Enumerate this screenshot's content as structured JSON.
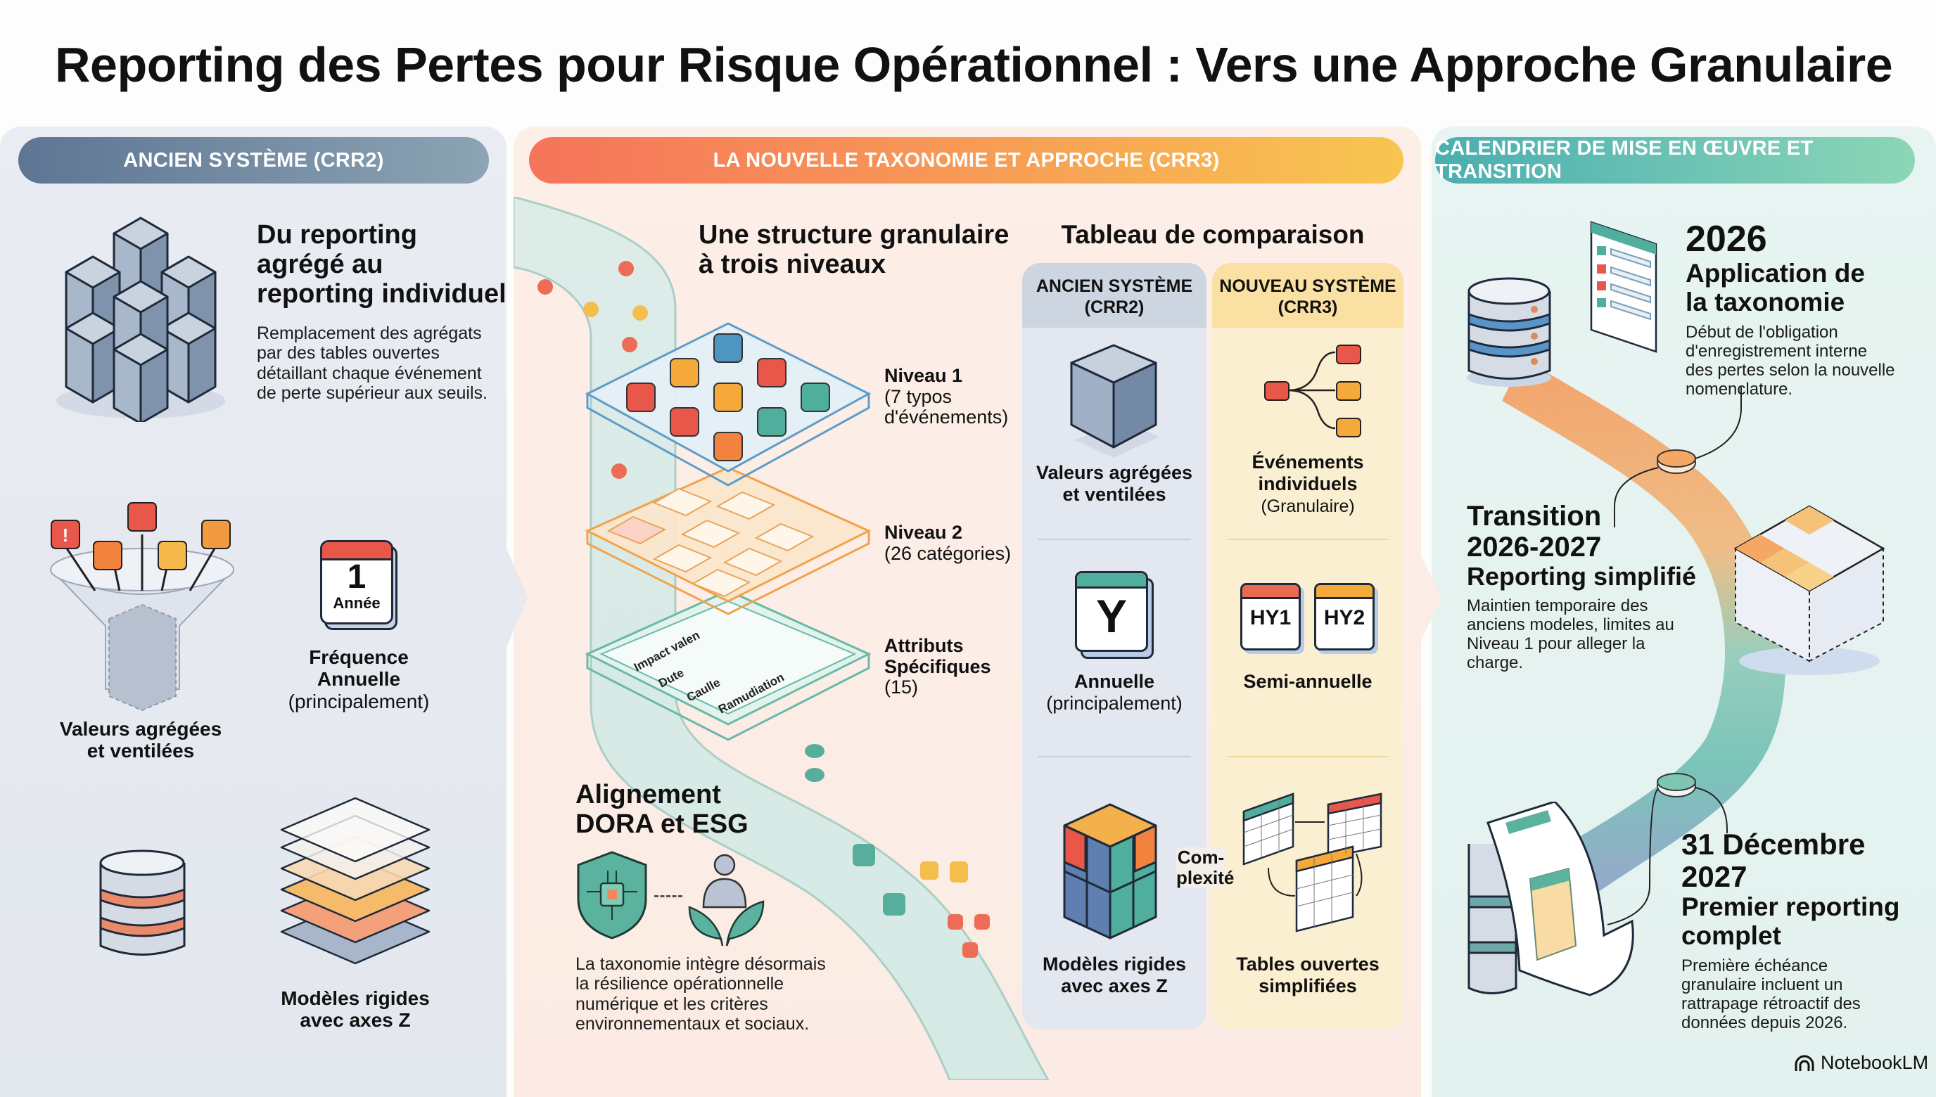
{
  "title": "Reporting des Pertes pour Risque Opérationnel : Vers une Approche Granulaire",
  "left": {
    "header": "ANCIEN SYSTÈME (CRR2)",
    "heading": [
      "Du reporting",
      "agrégé au",
      "reporting individuel"
    ],
    "body": [
      "Remplacement des agrégats",
      "par des tables ouvertes",
      "détaillant chaque événement",
      "de perte supérieur aux seuils."
    ],
    "funnel_label": [
      "Valeurs agrégées",
      "et ventilées"
    ],
    "calendar": {
      "number": "1",
      "label": "Année"
    },
    "frequency": {
      "title": [
        "Fréquence",
        "Annuelle"
      ],
      "note": "(principalement)"
    },
    "models_label": [
      "Modèles rigides",
      "avec axes Z"
    ]
  },
  "middle": {
    "header": "LA NOUVELLE TAXONOMIE ET APPROCHE (CRR3)",
    "structure_title": [
      "Une structure granulaire",
      "à trois niveaux"
    ],
    "levels": [
      {
        "title": "Niveau 1",
        "desc": [
          "(7 typos",
          "d'événements)"
        ]
      },
      {
        "title": "Niveau 2",
        "desc": [
          "(26 catégories)"
        ]
      },
      {
        "title": "Attributs Spécifiques",
        "desc": [
          "(15)"
        ]
      }
    ],
    "attribute_rows": [
      "Impact valen",
      "Dute",
      "Caulle",
      "Ramudiation"
    ],
    "alignment": {
      "title": [
        "Alignement",
        "DORA et ESG"
      ],
      "body": [
        "La taxonomie intègre désormais",
        "la résilience opérationnelle",
        "numérique et les critères",
        "environnementaux et sociaux."
      ]
    }
  },
  "comparison": {
    "title": "Tableau de comparaison",
    "old_header": [
      "ANCIEN SYSTÈME",
      "(CRR2)"
    ],
    "new_header": [
      "NOUVEAU SYSTÈME",
      "(CRR3)"
    ],
    "rows": [
      {
        "old": {
          "title": [
            "Valeurs agrégées",
            "et ventilées"
          ],
          "note": ""
        },
        "new": {
          "title": [
            "Événements",
            "individuels"
          ],
          "note": "(Granulaire)"
        }
      },
      {
        "old": {
          "title": [
            "Annuelle"
          ],
          "note": "(principalement)",
          "icon_text": "Y"
        },
        "new": {
          "title": [
            "Semi-annuelle"
          ],
          "note": "",
          "icon_text": [
            "HY1",
            "HY2"
          ]
        }
      },
      {
        "old": {
          "title": [
            "Modèles rigides",
            "avec axes Z"
          ],
          "note": ""
        },
        "new": {
          "title": [
            "Tables ouvertes",
            "simplifiées"
          ],
          "note": ""
        }
      }
    ],
    "complexity_label": [
      "Com-",
      "plexité"
    ]
  },
  "right": {
    "header": "CALENDRIER DE MISE EN ŒUVRE ET TRANSITION",
    "milestones": [
      {
        "date": "2026",
        "title": [
          "Application de",
          "la taxonomie"
        ],
        "body": [
          "Début de l'obligation",
          "d'enregistrement interne",
          "des pertes selon la nouvelle",
          "nomenclature."
        ]
      },
      {
        "date": "Transition",
        "date2": "2026-2027",
        "title": [
          "Reporting simplifié"
        ],
        "body": [
          "Maintien temporaire des",
          "anciens modeles, limites au",
          "Niveau 1 pour alleger la",
          "charge."
        ]
      },
      {
        "date": "31 Décembre",
        "date2": "2027",
        "title": [
          "Premier reporting",
          "complet"
        ],
        "body": [
          "Première échéance",
          "granulaire incluent un",
          "rattrapage rétroactif des",
          "données depuis 2026."
        ]
      }
    ]
  },
  "brand": "NotebookLM",
  "colors": {
    "red": "#e9564a",
    "orange": "#f29a3f",
    "yellow": "#f6b84a",
    "teal": "#4fae9c",
    "slate": "#7d90a8"
  }
}
